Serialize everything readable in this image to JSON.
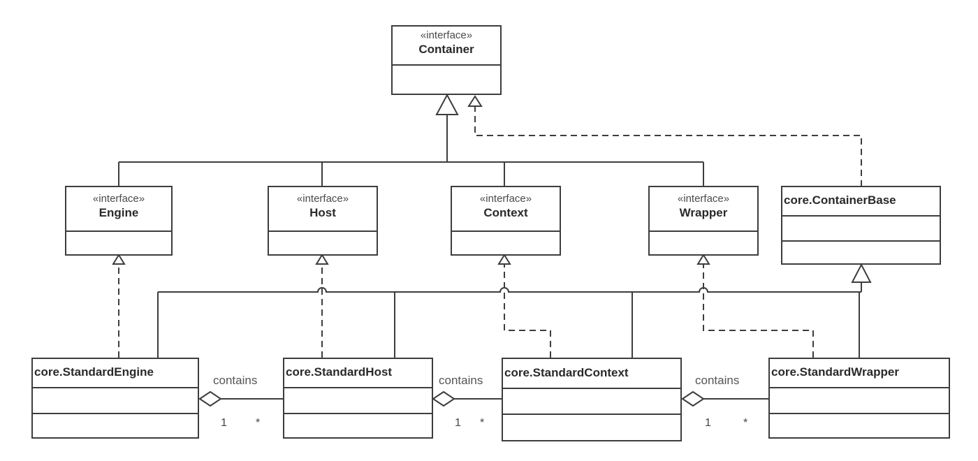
{
  "diagram": {
    "type": "UML class diagram",
    "colors": {
      "line": "#3d3d3d",
      "text": "#2a2a2a",
      "background": "#ffffff"
    },
    "classes": {
      "container": {
        "stereotype": "«interface»",
        "name": "Container"
      },
      "engine": {
        "stereotype": "«interface»",
        "name": "Engine"
      },
      "host": {
        "stereotype": "«interface»",
        "name": "Host"
      },
      "context": {
        "stereotype": "«interface»",
        "name": "Context"
      },
      "wrapper": {
        "stereotype": "«interface»",
        "name": "Wrapper"
      },
      "container_base": {
        "name": "core.ContainerBase"
      },
      "standard_engine": {
        "name": "core.StandardEngine"
      },
      "standard_host": {
        "name": "core.StandardHost"
      },
      "standard_context": {
        "name": "core.StandardContext"
      },
      "standard_wrapper": {
        "name": "core.StandardWrapper"
      }
    },
    "relationships": [
      {
        "type": "generalization",
        "from": "Engine",
        "to": "Container"
      },
      {
        "type": "generalization",
        "from": "Host",
        "to": "Container"
      },
      {
        "type": "generalization",
        "from": "Context",
        "to": "Container"
      },
      {
        "type": "generalization",
        "from": "Wrapper",
        "to": "Container"
      },
      {
        "type": "realization",
        "from": "core.ContainerBase",
        "to": "Container"
      },
      {
        "type": "realization",
        "from": "core.StandardEngine",
        "to": "Engine"
      },
      {
        "type": "realization",
        "from": "core.StandardHost",
        "to": "Host"
      },
      {
        "type": "realization",
        "from": "core.StandardContext",
        "to": "Context"
      },
      {
        "type": "realization",
        "from": "core.StandardWrapper",
        "to": "Wrapper"
      },
      {
        "type": "generalization",
        "from": "core.StandardEngine",
        "to": "core.ContainerBase"
      },
      {
        "type": "generalization",
        "from": "core.StandardHost",
        "to": "core.ContainerBase"
      },
      {
        "type": "generalization",
        "from": "core.StandardContext",
        "to": "core.ContainerBase"
      },
      {
        "type": "generalization",
        "from": "core.StandardWrapper",
        "to": "core.ContainerBase"
      }
    ],
    "associations": [
      {
        "label": "contains",
        "whole": "core.StandardEngine",
        "part": "core.StandardHost",
        "mult_whole": "1",
        "mult_part": "*"
      },
      {
        "label": "contains",
        "whole": "core.StandardHost",
        "part": "core.StandardContext",
        "mult_whole": "1",
        "mult_part": "*"
      },
      {
        "label": "contains",
        "whole": "core.StandardContext",
        "part": "core.StandardWrapper",
        "mult_whole": "1",
        "mult_part": "*"
      }
    ]
  }
}
